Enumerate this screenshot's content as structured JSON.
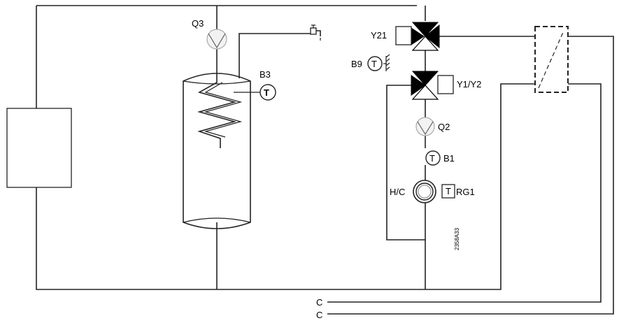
{
  "labels": {
    "q3": "Q3",
    "b3": "B3",
    "y21": "Y21",
    "b9": "B9",
    "y1y2": "Y1/Y2",
    "q2": "Q2",
    "b1": "B1",
    "hc": "H/C",
    "rg1": "RG1",
    "c_top": "C",
    "c_bottom": "C",
    "ref": "2358A33",
    "t_b3": "T",
    "t_b9": "T",
    "t_b1": "T",
    "t_rg1": "T"
  }
}
